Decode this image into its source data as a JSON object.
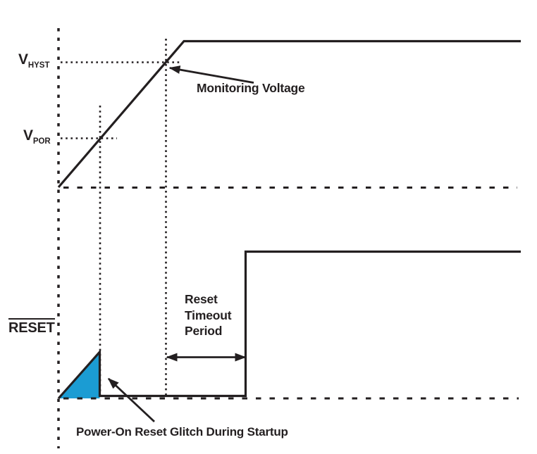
{
  "figure": {
    "type": "timing-diagram",
    "background": "#ffffff",
    "line_color": "#231f20",
    "glitch_fill_color": "#1b9cd3"
  },
  "labels": {
    "v_hyst_main": "V",
    "v_hyst_sub": "HYST",
    "v_por_main": "V",
    "v_por_sub": "POR",
    "reset": "RESET",
    "monitoring_voltage": "Monitoring Voltage",
    "reset_timeout": "Reset\nTimeout\nPeriod",
    "por_glitch": "Power-On Reset Glitch During Startup"
  }
}
